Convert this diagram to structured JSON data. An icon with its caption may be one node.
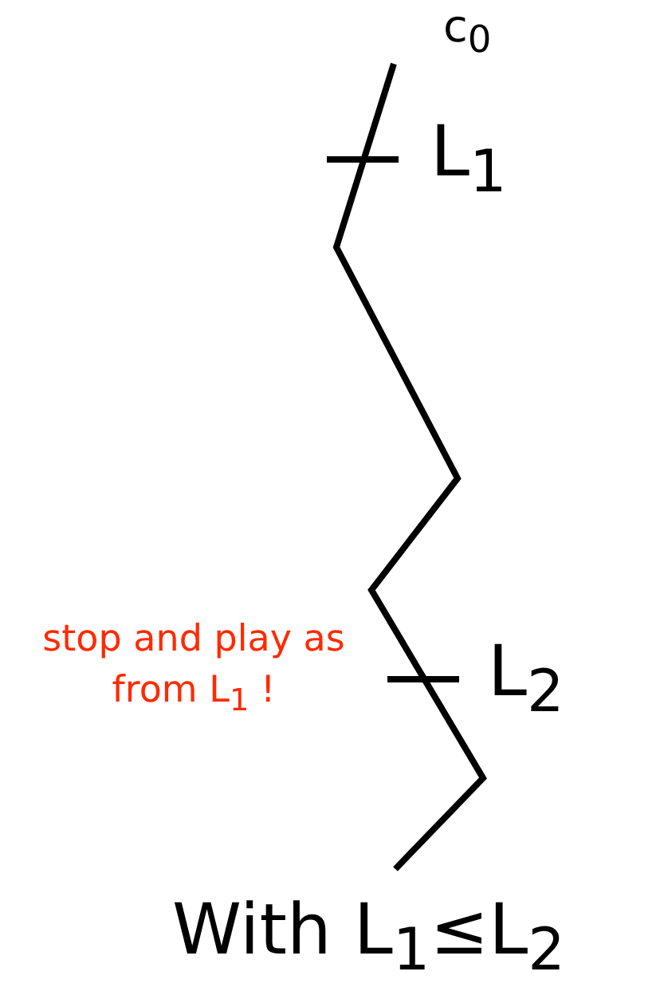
{
  "diagram": {
    "labels": [
      "c$_{0}$",
      "L$_{1}$",
      "stop and play as from L$_{1}$ !",
      "L$_{2}$",
      "With L$_{1}$≤L$_{2}$"
    ]
  }
}
